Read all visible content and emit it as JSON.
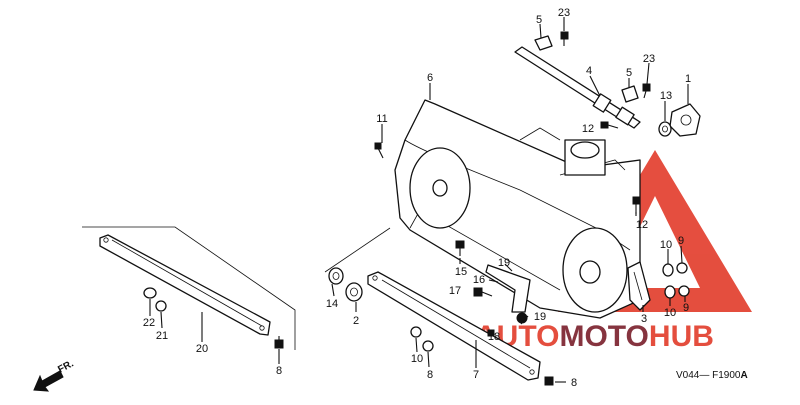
{
  "diagram": {
    "part_labels": [
      "1",
      "2",
      "3",
      "4",
      "5",
      "5",
      "6",
      "7",
      "8",
      "8",
      "9",
      "9",
      "10",
      "10",
      "10",
      "11",
      "12",
      "12",
      "13",
      "14",
      "15",
      "16",
      "17",
      "18",
      "19",
      "19",
      "20",
      "21",
      "22",
      "23",
      "23"
    ],
    "direction_marker": "FR.",
    "figure_code": "V044— F1900",
    "figure_suffix": "A"
  },
  "watermark": {
    "part1": "AUTO",
    "part2": "MOTO",
    "part3": "HUB",
    "color_primary": "#e23b2a",
    "color_secondary": "#7a1f2b"
  }
}
